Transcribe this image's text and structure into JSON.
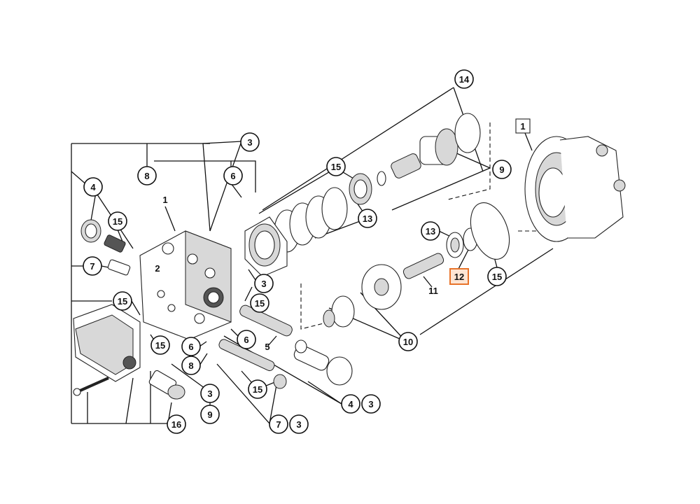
{
  "callouts": [
    {
      "id": "c14",
      "text": "14"
    },
    {
      "id": "c1a",
      "text": "1"
    },
    {
      "id": "c9a",
      "text": "9"
    },
    {
      "id": "c3a",
      "text": "3"
    },
    {
      "id": "c15a",
      "text": "15"
    },
    {
      "id": "c8a",
      "text": "8"
    },
    {
      "id": "c6a",
      "text": "6"
    },
    {
      "id": "c4a",
      "text": "4"
    },
    {
      "id": "c1b",
      "text": "1"
    },
    {
      "id": "c15b",
      "text": "15"
    },
    {
      "id": "c13a",
      "text": "13"
    },
    {
      "id": "c13b",
      "text": "13"
    },
    {
      "id": "c7a",
      "text": "7"
    },
    {
      "id": "c2a",
      "text": "2"
    },
    {
      "id": "c12",
      "text": "12"
    },
    {
      "id": "c15c",
      "text": "15"
    },
    {
      "id": "c3b",
      "text": "3"
    },
    {
      "id": "c11",
      "text": "11"
    },
    {
      "id": "c15d",
      "text": "15"
    },
    {
      "id": "c15e",
      "text": "15"
    },
    {
      "id": "c6b",
      "text": "6"
    },
    {
      "id": "c10",
      "text": "10"
    },
    {
      "id": "c15f",
      "text": "15"
    },
    {
      "id": "c5",
      "text": "5"
    },
    {
      "id": "c6c",
      "text": "6"
    },
    {
      "id": "c8b",
      "text": "8"
    },
    {
      "id": "c15g",
      "text": "15"
    },
    {
      "id": "c3c",
      "text": "3"
    },
    {
      "id": "c9b",
      "text": "9"
    },
    {
      "id": "c4b",
      "text": "4"
    },
    {
      "id": "c3d",
      "text": "3"
    },
    {
      "id": "c7b",
      "text": "7"
    },
    {
      "id": "c3e",
      "text": "3"
    },
    {
      "id": "c16",
      "text": "16"
    }
  ],
  "colors": {
    "highlight_border": "#e8732a",
    "highlight_fill": "#fde5d3",
    "line": "#111111"
  }
}
